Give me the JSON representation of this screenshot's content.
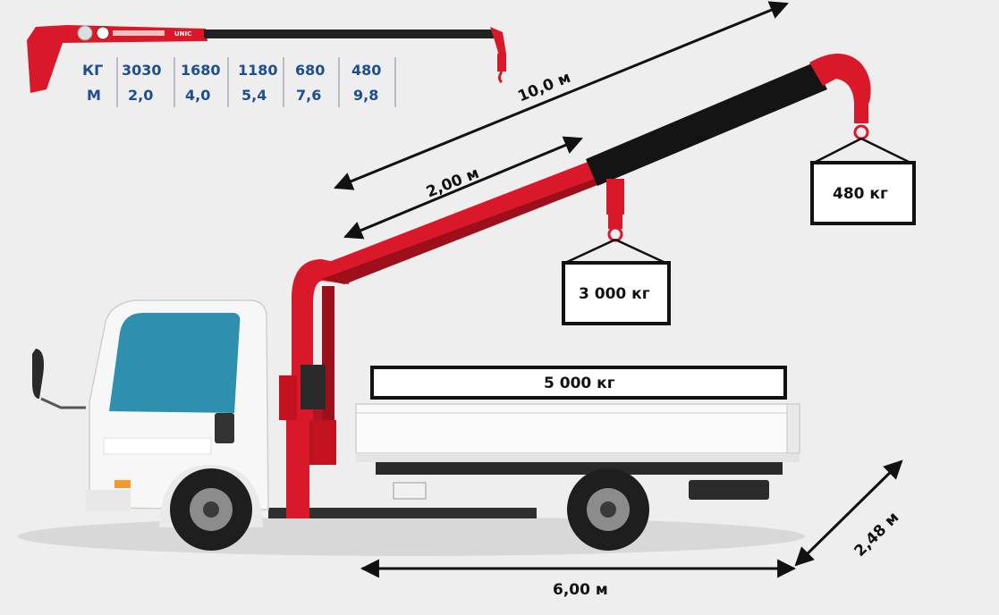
{
  "colors": {
    "crane_red": "#d9182a",
    "dark_red": "#9e0f1c",
    "boom_black": "#141414",
    "table_blue": "#1f4e8f",
    "cab_white": "#f7f7f7",
    "glass": "#2f8fae",
    "background": "#eeeeee"
  },
  "load_table": {
    "kg_label": "КГ",
    "m_label": "М",
    "kg": [
      "3030",
      "1680",
      "1180",
      "680",
      "480"
    ],
    "m": [
      "2,0",
      "4,0",
      "5,4",
      "7,6",
      "9,8"
    ]
  },
  "crane_badge": "UNIC",
  "dimensions": {
    "boom_full": "10,0 м",
    "boom_short": "2,00 м",
    "truck_length": "6,00 м",
    "truck_width": "2,48 м"
  },
  "loads": {
    "tip_load": "480 кг",
    "mid_load": "3 000 кг",
    "body_load": "5 000 кг"
  }
}
